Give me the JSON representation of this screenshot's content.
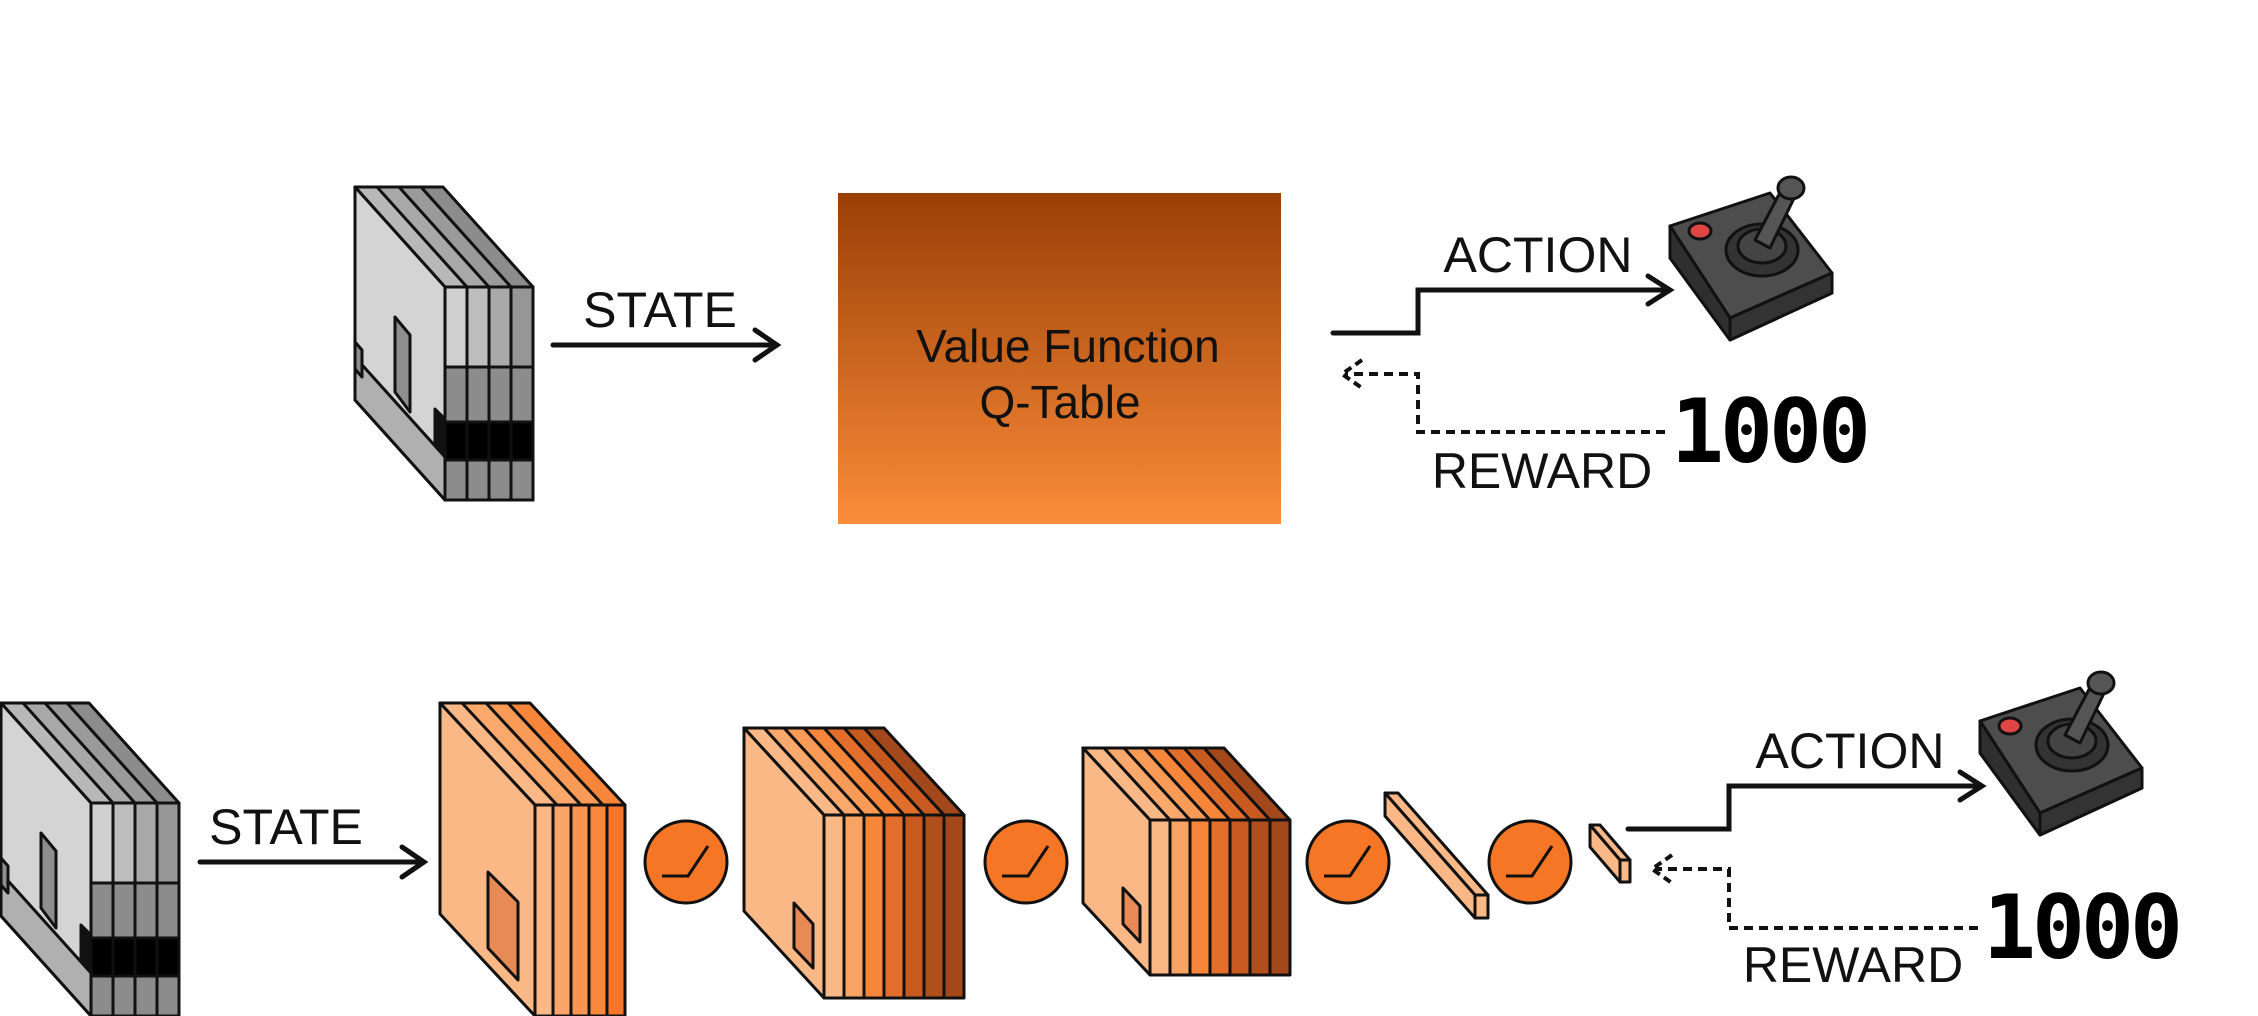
{
  "top_panel": {
    "state_label": "STATE",
    "value_function": {
      "line1": "Value Function",
      "line2": "Q-Table"
    },
    "action_label": "ACTION",
    "reward_label": "REWARD",
    "reward_value": "1000"
  },
  "bottom_panel": {
    "state_label": "STATE",
    "action_label": "ACTION",
    "reward_label": "REWARD",
    "reward_value": "1000"
  },
  "colors": {
    "q_table_top": "#9a3f05",
    "q_table_bottom": "#fb8c3a",
    "conv_light": "#fbb887",
    "conv_mid": "#f7863a",
    "conv_dark": "#a2481a",
    "activation": "#f57624",
    "frame_light": "#d4d4d4",
    "frame_dark": "#8c8c8c",
    "joystick": "#4a4a4a",
    "joystick_button": "#e04545"
  },
  "icons": [
    "frame-stack-icon",
    "joystick-icon",
    "relu-activation-icon"
  ]
}
